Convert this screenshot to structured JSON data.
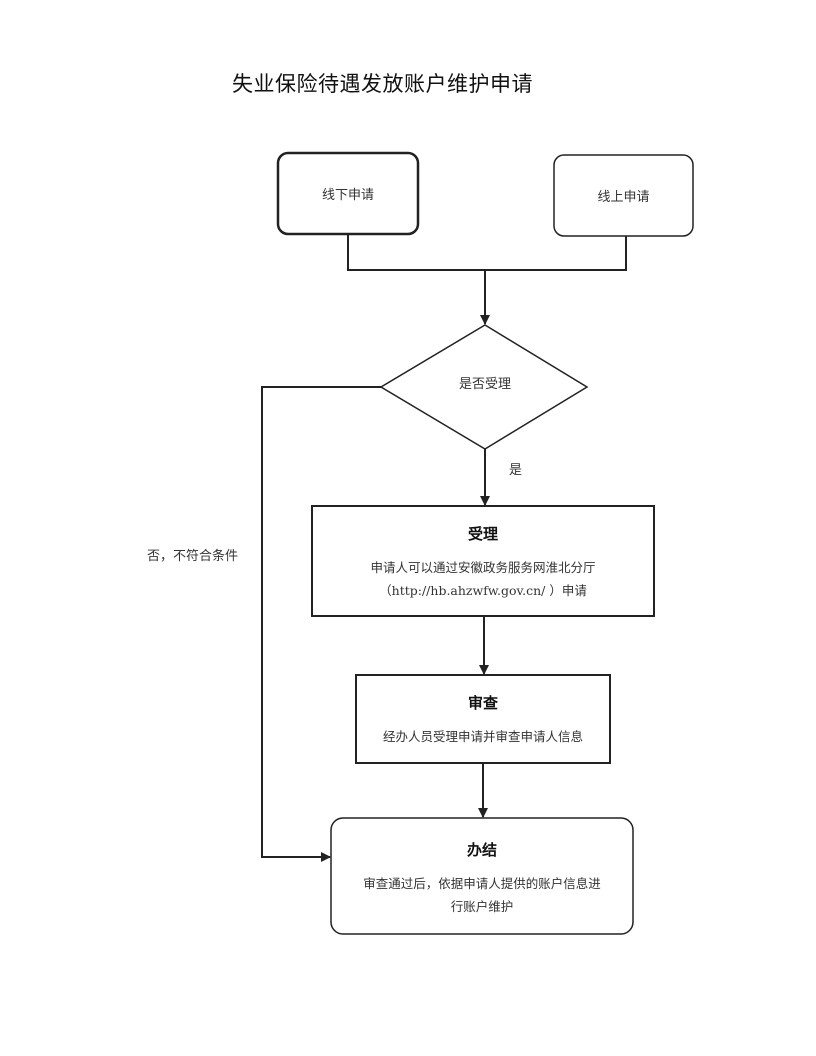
{
  "title": "失业保险待遇发放账户维护申请",
  "nodes": {
    "offline": {
      "label": "线下申请"
    },
    "online": {
      "label": "线上申请"
    },
    "decision": {
      "label": "是否受理"
    },
    "accept": {
      "heading": "受理",
      "line1": "申请人可以通过安徽政务服务网淮北分厅",
      "line2": "（http://hb.ahzwfw.gov.cn/ ）申请"
    },
    "review": {
      "heading": "审查",
      "line1": "经办人员受理申请并审查申请人信息"
    },
    "finish": {
      "heading": "办结",
      "line1": "审查通过后，依据申请人提供的账户信息进",
      "line2": "行账户维护"
    }
  },
  "edges": {
    "yes": "是",
    "no": "否，不符合条件"
  }
}
